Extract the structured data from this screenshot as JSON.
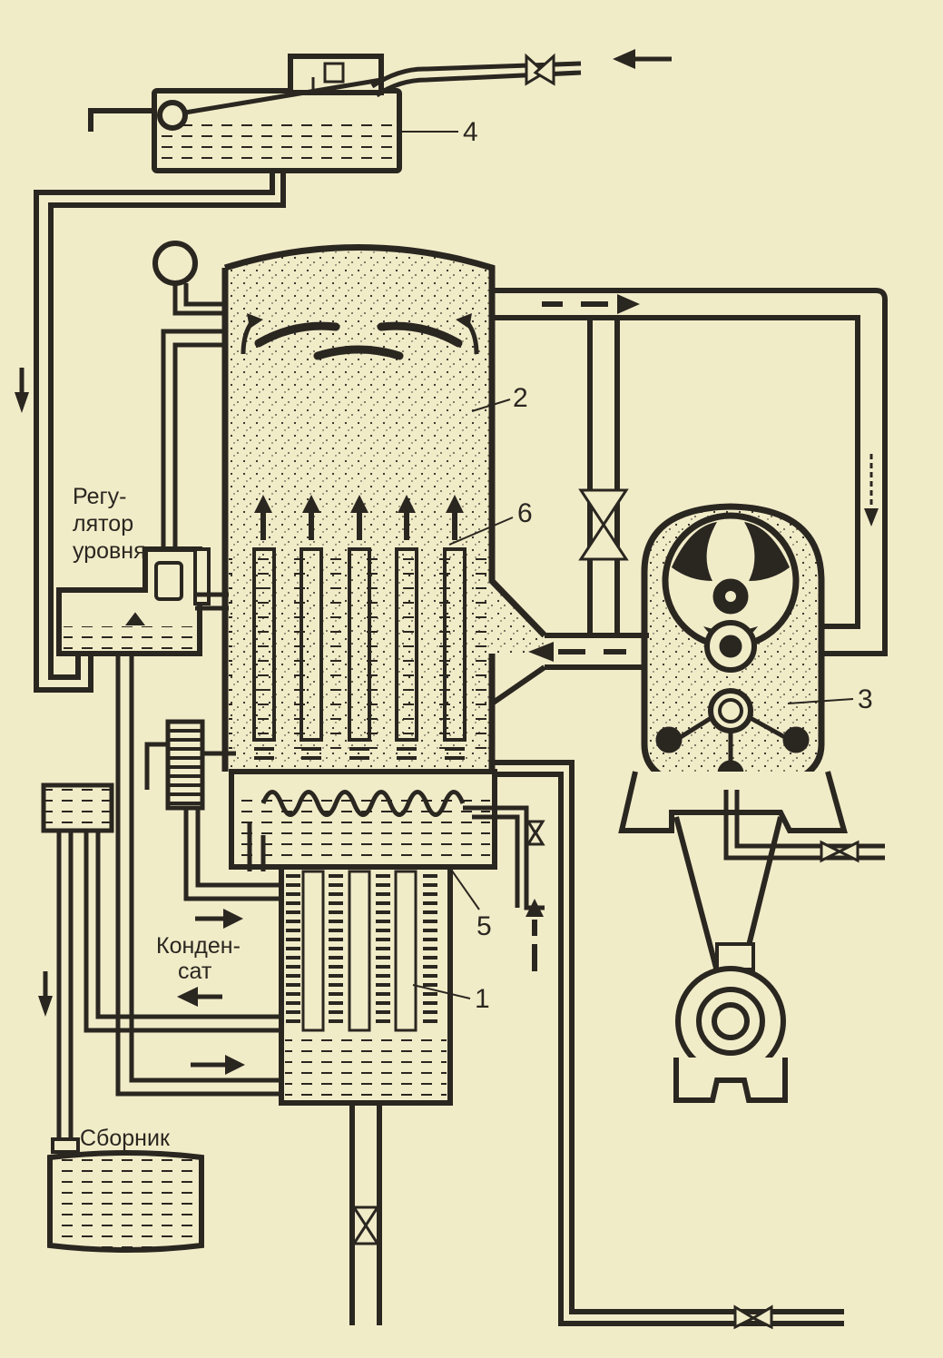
{
  "labels": {
    "n1": "1",
    "n2": "2",
    "n3": "3",
    "n4": "4",
    "n5": "5",
    "n6": "6",
    "regulator_line1": "Регу-",
    "regulator_line2": "лятор",
    "regulator_line3": "уровня",
    "condensate_line1": "Конден-",
    "condensate_line2": "сат",
    "collector": "Сборник"
  },
  "colors": {
    "paper": "#f1ecc8",
    "ink": "#2a2620",
    "pipe_fill": "#f1ecc8"
  },
  "icons": {
    "flow_arrow": "arrow-icon",
    "valve": "valve-icon",
    "pressure_gauge": "gauge-icon"
  }
}
